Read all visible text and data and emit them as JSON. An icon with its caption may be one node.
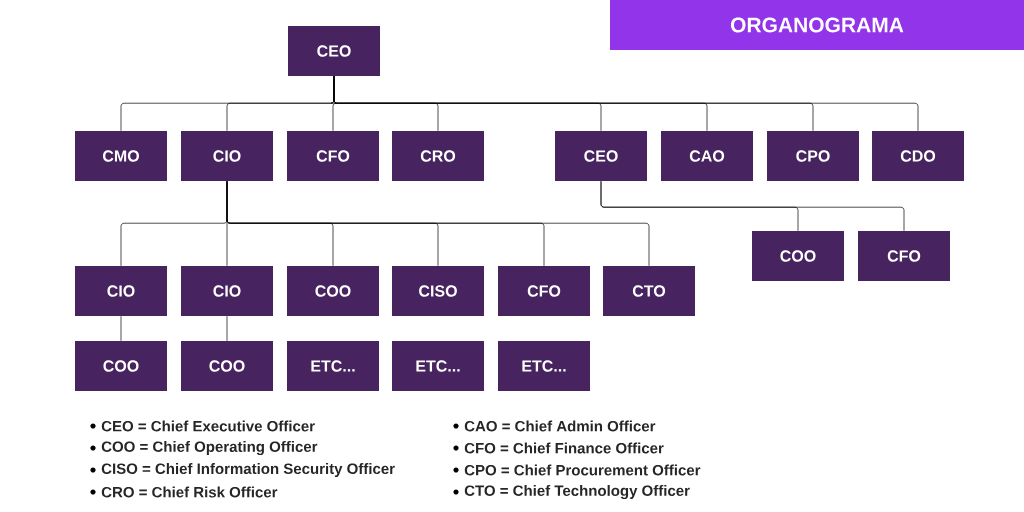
{
  "diagram": {
    "title": "ORGANOGRAMA",
    "nodes": [
      {
        "text": [
          "CEO"
        ]
      },
      {
        "text": [
          "CMO"
        ]
      },
      {
        "text": [
          "CIO"
        ]
      },
      {
        "text": [
          "CFO"
        ]
      },
      {
        "text": [
          "CRO"
        ]
      },
      {
        "text": [
          "CEO"
        ]
      },
      {
        "text": [
          "CAO"
        ]
      },
      {
        "text": [
          "CPO"
        ]
      },
      {
        "text": [
          "CDO"
        ]
      },
      {
        "text": [
          "COO"
        ]
      },
      {
        "text": [
          "CFO"
        ]
      },
      {
        "text": [
          "CIO"
        ]
      },
      {
        "text": [
          "CIO"
        ]
      },
      {
        "text": [
          "COO"
        ]
      },
      {
        "text": [
          "CISO"
        ]
      },
      {
        "text": [
          "CFO"
        ]
      },
      {
        "text": [
          "CTO"
        ]
      },
      {
        "text": [
          "COO"
        ]
      },
      {
        "text": [
          "COO"
        ]
      },
      {
        "text": [
          "ETC..."
        ]
      },
      {
        "text": [
          "ETC..."
        ]
      },
      {
        "text": [
          "ETC..."
        ]
      }
    ],
    "edges": [
      {
        "from": 0,
        "to": 1,
        "arrow": "none"
      },
      {
        "from": 0,
        "to": 2,
        "arrow": "none"
      },
      {
        "from": 0,
        "to": 3,
        "arrow": "none"
      },
      {
        "from": 0,
        "to": 4,
        "arrow": "none"
      },
      {
        "from": 0,
        "to": 5,
        "arrow": "none"
      },
      {
        "from": 0,
        "to": 6,
        "arrow": "none"
      },
      {
        "from": 0,
        "to": 7,
        "arrow": "none"
      },
      {
        "from": 0,
        "to": 8,
        "arrow": "none"
      },
      {
        "from": 5,
        "to": 9,
        "arrow": "none"
      },
      {
        "from": 5,
        "to": 10,
        "arrow": "none"
      },
      {
        "from": 2,
        "to": 11,
        "arrow": "none"
      },
      {
        "from": 2,
        "to": 12,
        "arrow": "none"
      },
      {
        "from": 2,
        "to": 13,
        "arrow": "none"
      },
      {
        "from": 2,
        "to": 14,
        "arrow": "none"
      },
      {
        "from": 2,
        "to": 15,
        "arrow": "none"
      },
      {
        "from": 2,
        "to": 16,
        "arrow": "none"
      },
      {
        "from": 11,
        "to": 17,
        "arrow": "none"
      },
      {
        "from": 12,
        "to": 18,
        "arrow": "none"
      }
    ],
    "labels": [
      "CEO = Chief Executive Officer",
      "COO = Chief Operating Officer",
      "CISO = Chief Information Security Officer",
      "CRO = Chief Risk Officer",
      "CAO = Chief Admin Officer",
      "CFO = Chief Finance Officer",
      "CPO = Chief Procurement Officer",
      "CTO = Chief Technology Officer"
    ]
  }
}
